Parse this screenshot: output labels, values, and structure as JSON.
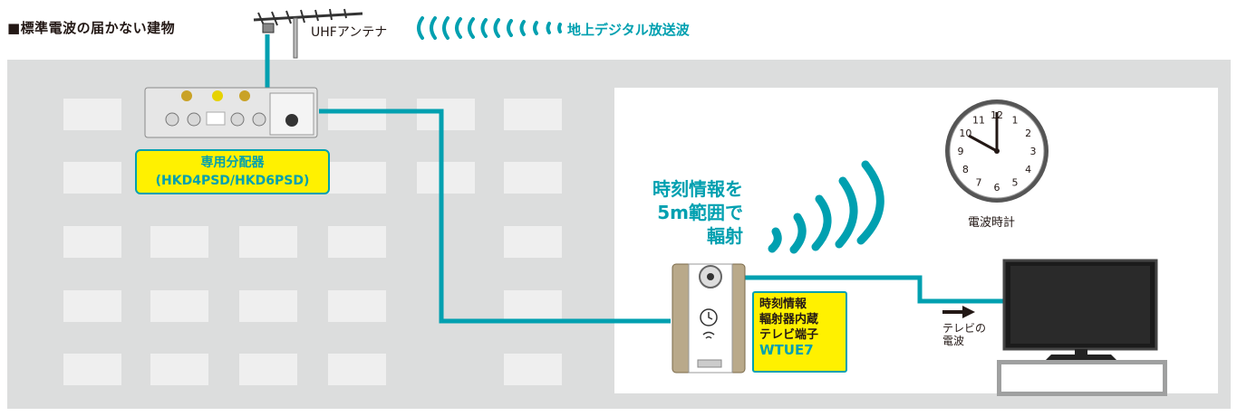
{
  "heading": "■標準電波の届かない建物",
  "antenna_label": "UHFアンテナ",
  "broadcast_label": "地上デジタル放送波",
  "splitter": {
    "name": "専用分配器",
    "model": "(HKD4PSD/HKD6PSD)"
  },
  "radiate_text": [
    "時刻情報を",
    "5m範囲で",
    "輻射"
  ],
  "wtue": {
    "lines": [
      "時刻情報",
      "輻射器内蔵",
      "テレビ端子"
    ],
    "model": "WTUE7"
  },
  "clock": {
    "label": "電波時計",
    "numbers": [
      "12",
      "1",
      "2",
      "3",
      "4",
      "5",
      "6",
      "7",
      "8",
      "9",
      "10",
      "11"
    ]
  },
  "tv_label": [
    "テレビの",
    "電波"
  ],
  "colors": {
    "cable": "#00a0b0",
    "box_fill": "#fff100",
    "building": "#dcdddd",
    "window": "#efefef"
  }
}
